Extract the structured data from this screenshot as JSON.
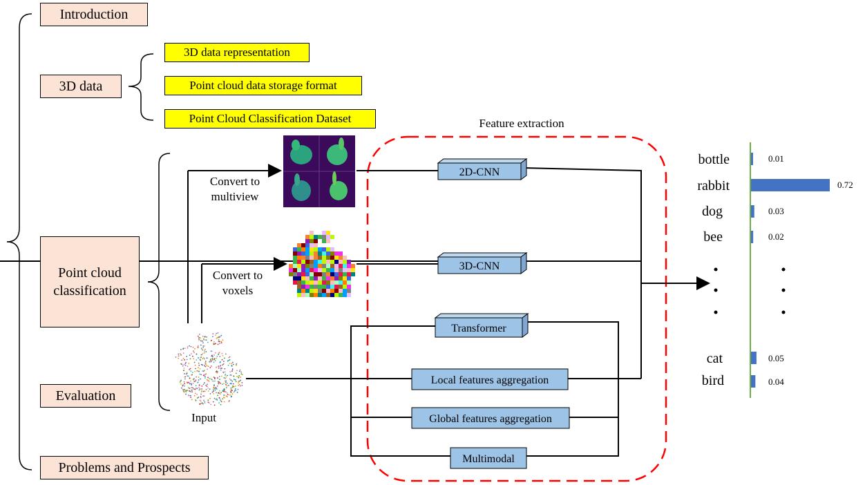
{
  "outline": {
    "introduction": "Introduction",
    "data_3d": "3D data",
    "data_items": [
      "3D data representation",
      "Point cloud data storage format",
      "Point Cloud Classification Dataset"
    ],
    "classification": "Point cloud classification",
    "evaluation": "Evaluation",
    "problems": "Problems and Prospects"
  },
  "pipeline": {
    "input_label": "Input",
    "convert_multiview": "Convert to multiview",
    "convert_voxels": "Convert to voxels",
    "feature_extraction": "Feature extraction",
    "modules": [
      "2D-CNN",
      "3D-CNN",
      "Transformer",
      "Local features aggregation",
      "Global features aggregation",
      "Multimodal"
    ]
  },
  "chart_data": {
    "type": "bar",
    "categories": [
      "bottle",
      "rabbit",
      "dog",
      "bee",
      "cat",
      "bird"
    ],
    "values": [
      0.01,
      0.72,
      0.03,
      0.02,
      0.05,
      0.04
    ],
    "value_labels": [
      "0.01",
      "0.72",
      "0.03",
      "0.02",
      "0.05",
      "0.04"
    ]
  },
  "colors": {
    "peach_box": "#fbe3d6",
    "yellow_box": "#ffff00",
    "module_box": "#9dc3e6",
    "dashed_region": "#ff0000",
    "bar": "#4472c4",
    "axis": "#70ad47"
  }
}
